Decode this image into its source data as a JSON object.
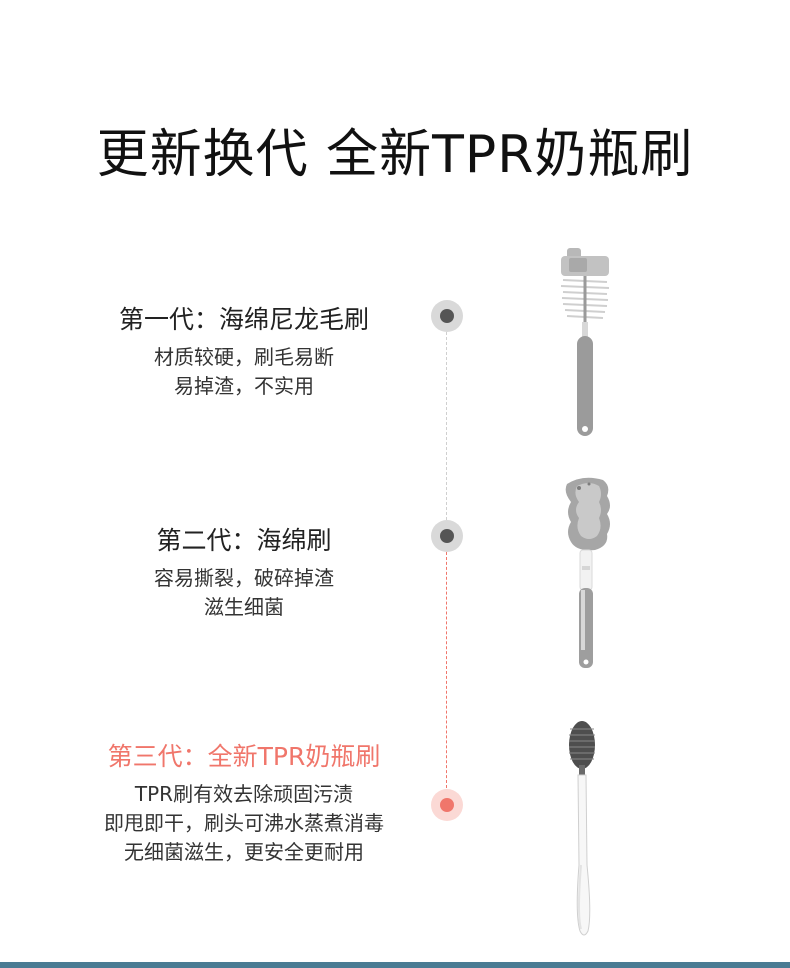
{
  "title": "更新换代 全新TPR奶瓶刷",
  "generations": [
    {
      "title": "第一代：海绵尼龙毛刷",
      "desc": [
        "材质较硬，刷毛易断",
        "易掉渣，不实用"
      ]
    },
    {
      "title": "第二代：海绵刷",
      "desc": [
        "容易撕裂，破碎掉渣",
        "滋生细菌"
      ]
    },
    {
      "title": "第三代：全新TPR奶瓶刷",
      "desc": [
        "TPR刷有效去除顽固污渍",
        "即甩即干，刷头可沸水蒸煮消毒",
        "无细菌滋生，更安全更耐用"
      ]
    }
  ],
  "colors": {
    "accent_red": "#f0766b",
    "node_gray": "#555555",
    "line_gray": "#cccccc",
    "bottom_bar": "#4a7b93"
  }
}
